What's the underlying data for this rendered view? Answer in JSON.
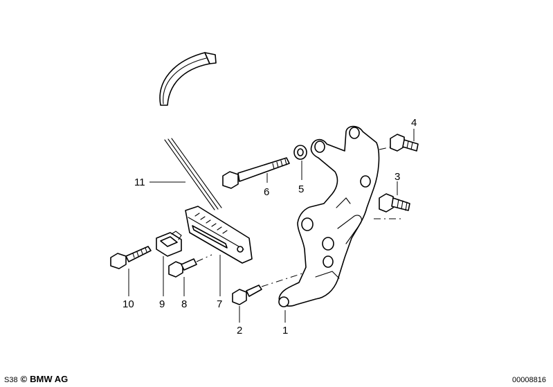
{
  "diagram": {
    "callouts": [
      {
        "id": "c1",
        "label": "1"
      },
      {
        "id": "c2",
        "label": "2"
      },
      {
        "id": "c3",
        "label": "3"
      },
      {
        "id": "c4",
        "label": "4"
      },
      {
        "id": "c5",
        "label": "5"
      },
      {
        "id": "c6",
        "label": "6"
      },
      {
        "id": "c7",
        "label": "7"
      },
      {
        "id": "c8",
        "label": "8"
      },
      {
        "id": "c9",
        "label": "9"
      },
      {
        "id": "c10",
        "label": "10"
      },
      {
        "id": "c11",
        "label": "11"
      }
    ]
  },
  "footer": {
    "series_code": "S38",
    "copyright": "©",
    "company": "BMW AG",
    "image_number": "00008816"
  }
}
